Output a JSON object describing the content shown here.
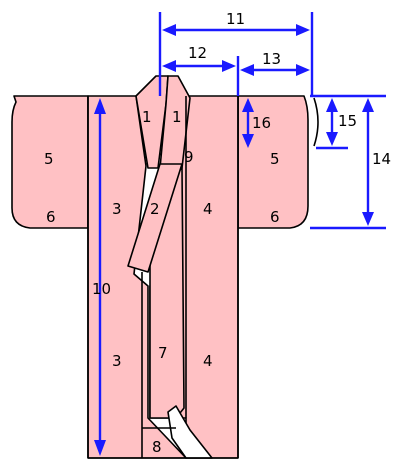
{
  "figure": {
    "colors": {
      "fabric": "#ffc1c4",
      "outline": "#000000",
      "dimension": "#1a1aff",
      "lining": "#ffffff"
    },
    "labels": {
      "l1a": "1",
      "l1b": "1",
      "l2": "2",
      "l3a": "3",
      "l3b": "3",
      "l4a": "4",
      "l4b": "4",
      "l5a": "5",
      "l5b": "5",
      "l6a": "6",
      "l6b": "6",
      "l7": "7",
      "l8": "8",
      "l9": "9",
      "l10": "10",
      "l11": "11",
      "l12": "12",
      "l13": "13",
      "l14": "14",
      "l15": "15",
      "l16": "16"
    }
  }
}
